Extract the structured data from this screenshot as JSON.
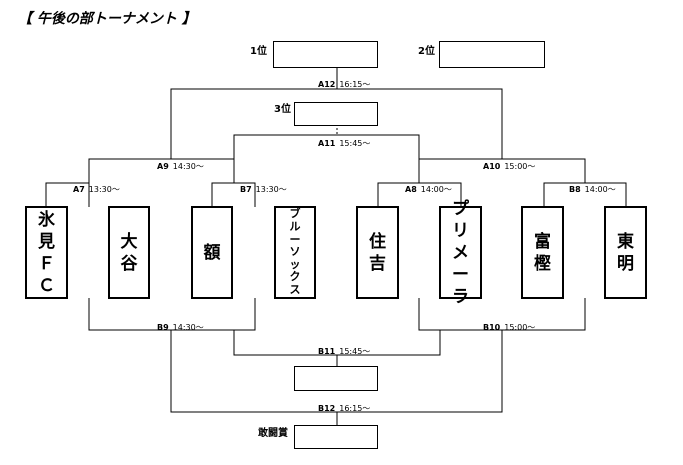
{
  "title": "【 午後の部トーナメント 】",
  "rank_labels": {
    "first": "1位",
    "second": "2位",
    "third": "3位",
    "prize": "敢闘賞"
  },
  "teams": [
    {
      "name": "氷見ＦＣ"
    },
    {
      "name": "大谷"
    },
    {
      "name": "額"
    },
    {
      "name": "ブルーソックス"
    },
    {
      "name": "住吉"
    },
    {
      "name": "プリメーラ"
    },
    {
      "name": "富樫"
    },
    {
      "name": "東明"
    }
  ],
  "matches": {
    "A7": {
      "id": "A7",
      "time": "13:30～"
    },
    "B7": {
      "id": "B7",
      "time": "13:30～"
    },
    "A8": {
      "id": "A8",
      "time": "14:00～"
    },
    "B8": {
      "id": "B8",
      "time": "14:00～"
    },
    "A9": {
      "id": "A9",
      "time": "14:30～"
    },
    "A10": {
      "id": "A10",
      "time": "15:00～"
    },
    "A11": {
      "id": "A11",
      "time": "15:45～"
    },
    "A12": {
      "id": "A12",
      "time": "16:15～"
    },
    "B9": {
      "id": "B9",
      "time": "14:30～"
    },
    "B10": {
      "id": "B10",
      "time": "15:00～"
    },
    "B11": {
      "id": "B11",
      "time": "15:45～"
    },
    "B12": {
      "id": "B12",
      "time": "16:15～"
    }
  }
}
